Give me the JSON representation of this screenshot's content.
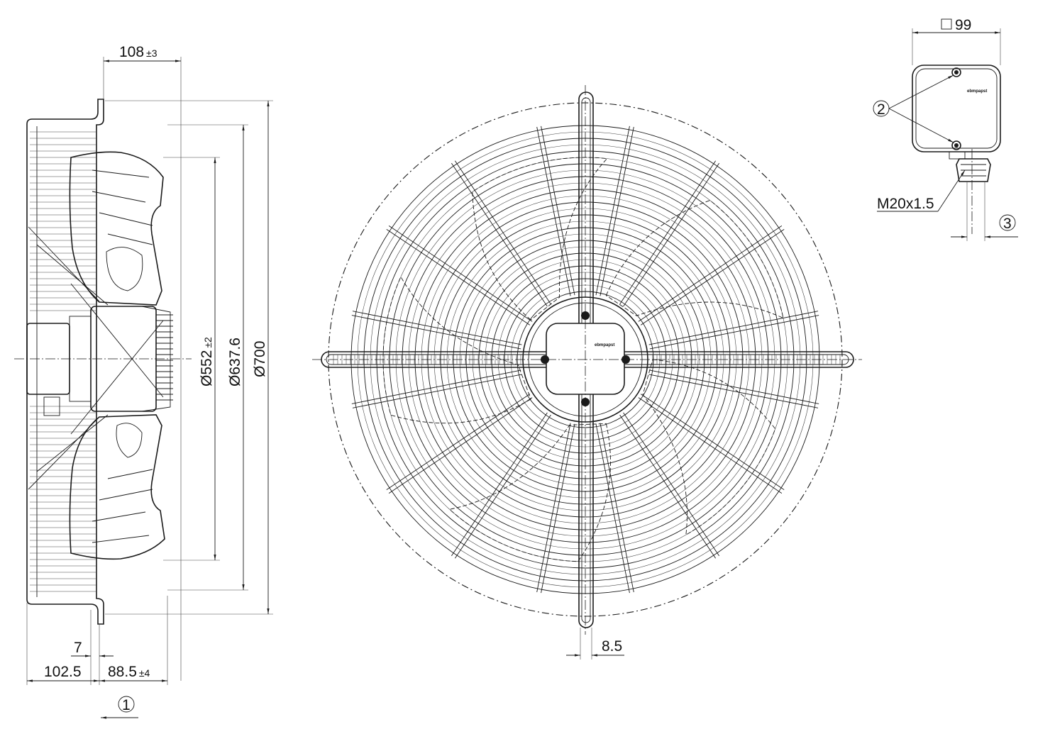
{
  "drawing": {
    "dimensions": {
      "depth_top": "108",
      "depth_top_tol": "±3",
      "dia_552": "Ø552",
      "dia_552_tol": "±2",
      "dia_637": "Ø637.6",
      "dia_700": "Ø700",
      "dim_7": "7",
      "dim_102": "102.5",
      "dim_88": "88.5",
      "dim_88_tol": "±4",
      "dim_8_5": "8.5",
      "box_size": "99",
      "thread": "M20x1.5"
    },
    "callouts": {
      "c1": "1",
      "c2": "2",
      "c3": "3"
    },
    "brand": "ebmpapst"
  }
}
